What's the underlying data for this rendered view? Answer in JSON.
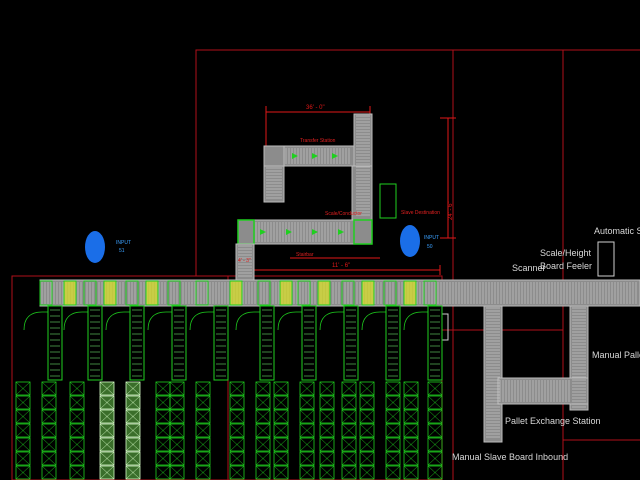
{
  "drawing": {
    "background": "#000000",
    "colors": {
      "frame_red": "#b0101a",
      "conveyor_gray": "#9a9a9a",
      "roller_light": "#c8c8c8",
      "green": "#1fd01f",
      "yellow": "#d8e020",
      "input_blue": "#1a6ee8",
      "dim_red": "#e01818",
      "label_white": "#d8d8d8",
      "label_red": "#e02020",
      "label_blue": "#3aa0ff"
    },
    "labels": {
      "transfer_station": "Transfer Station",
      "scale_conductor": "Scale/Conductor",
      "slave_destination": "Slave Destination",
      "stairbar": "Stairbar",
      "input_51_line1": "INPUT",
      "input_51_line2": "51",
      "input_50_line1": "INPUT",
      "input_50_line2": "50",
      "dim_top": "36' - 0\"",
      "dim_right": "24' - 6\"",
      "dim_mid": "11' - 6\"",
      "dim_small": "4' - 3\"",
      "automatic_slave": "Automatic Slave",
      "scale_height": "Scale/Height",
      "board_feeler": "Board Feeler",
      "scanner": "Scanner",
      "manual_pallet": "Manual Pallet R",
      "pallet_exchange": "Pallet Exchange Station",
      "manual_slave_inbound": "Manual Slave Board Inbound"
    }
  }
}
